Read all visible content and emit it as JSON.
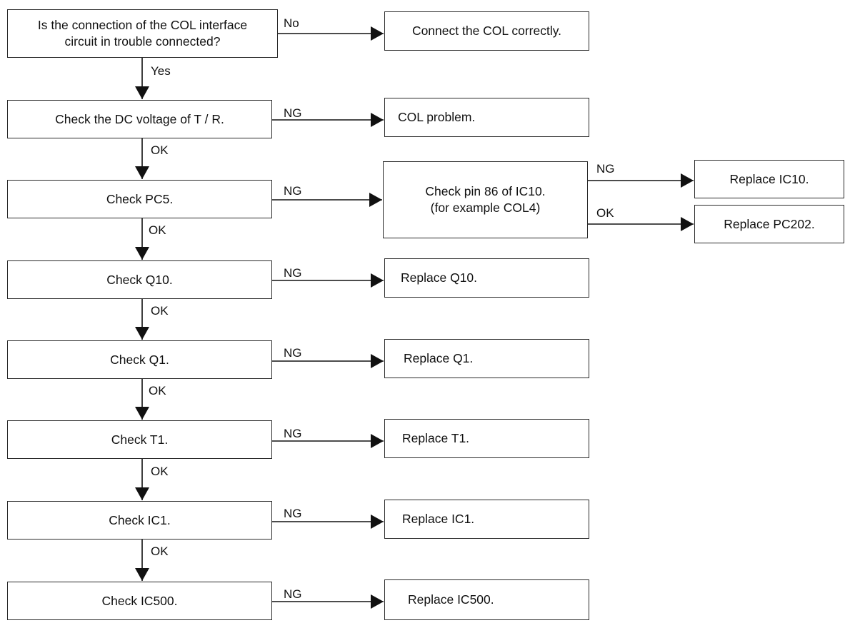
{
  "decision": {
    "line1": "Is the connection of the COL interface",
    "line2": "circuit in trouble connected?"
  },
  "steps": [
    "Check the DC voltage of T / R.",
    "Check PC5.",
    "Check Q10.",
    "Check Q1.",
    "Check T1.",
    "Check IC1.",
    "Check IC500."
  ],
  "outcomes": [
    "Connect the COL correctly.",
    "COL problem.",
    "Replace Q10.",
    "Replace Q1.",
    "Replace T1.",
    "Replace IC1.",
    "Replace IC500."
  ],
  "pin_check": {
    "line1": "Check pin 86 of IC10.",
    "line2": "(for example COL4)"
  },
  "sub_outcomes": [
    "Replace IC10.",
    "Replace PC202."
  ],
  "labels": {
    "no": "No",
    "yes": "Yes",
    "ng": "NG",
    "ok": "OK"
  }
}
